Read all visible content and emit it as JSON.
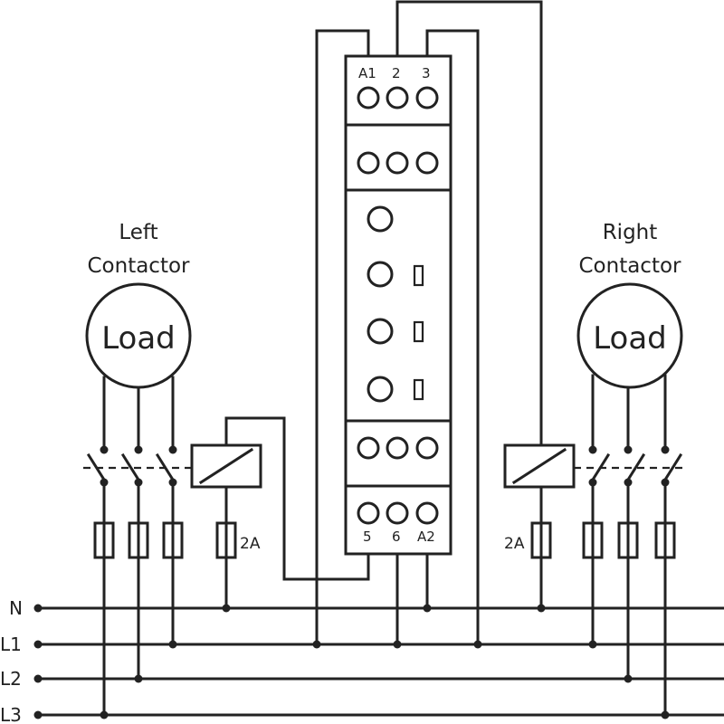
{
  "bus_labels": [
    "N",
    "L1",
    "L2",
    "L3"
  ],
  "relay": {
    "top_terminals": [
      "A1",
      "2",
      "3"
    ],
    "bottom_terminals": [
      "5",
      "6",
      "A2"
    ]
  },
  "left_contactor": {
    "title_line1": "Left",
    "title_line2": "Contactor",
    "load_label": "Load",
    "coil_fuse_label": "2A"
  },
  "right_contactor": {
    "title_line1": "Right",
    "title_line2": "Contactor",
    "load_label": "Load",
    "coil_fuse_label": "2A"
  },
  "colors": {
    "line": "#222222",
    "background": "#ffffff"
  }
}
